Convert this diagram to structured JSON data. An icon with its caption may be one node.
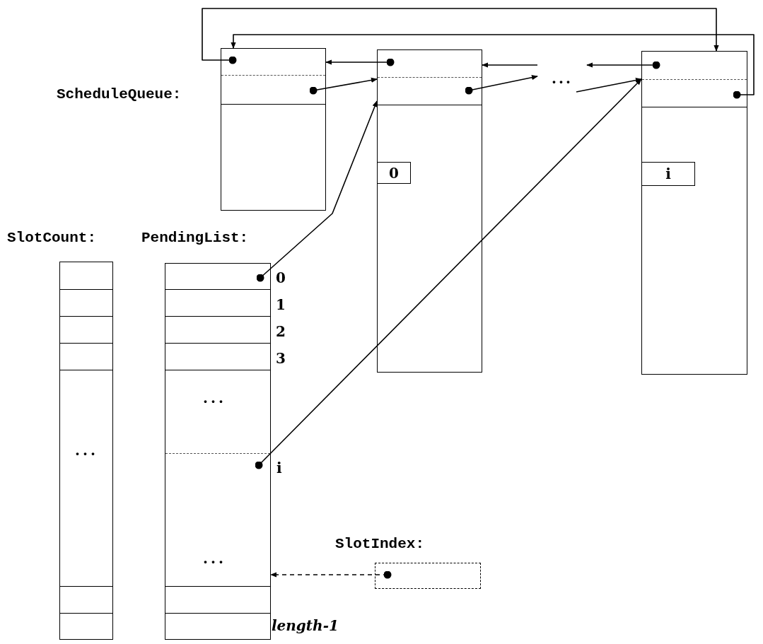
{
  "diagram": {
    "nodes": [
      {
        "text": [],
        "shape": "box",
        "beside": [
          "ScheduleQueue:"
        ]
      },
      {
        "text": [],
        "shape": "box"
      },
      {
        "text": [
          "0"
        ],
        "in": 1
      },
      {
        "text": [],
        "shape": "box"
      },
      {
        "text": [
          "i"
        ],
        "in": 3
      },
      {
        "text": [
          "..."
        ]
      },
      {
        "text": [],
        "shape": "box",
        "beside": [
          "SlotCount:"
        ]
      },
      {
        "text": [],
        "shape": "box",
        "beside": [
          "PendingList:",
          "0",
          "1",
          "2",
          "3",
          "i",
          "length-1"
        ]
      },
      {
        "text": [],
        "shape": "box",
        "beside": [
          "SlotIndex:"
        ]
      }
    ],
    "edges": [
      {
        "from": 0,
        "to": 3,
        "arrow": "to"
      },
      {
        "from": 3,
        "to": 0,
        "arrow": "to"
      },
      {
        "from": 1,
        "to": 0,
        "arrow": "to"
      },
      {
        "from": 0,
        "to": 1,
        "arrow": "to"
      },
      {
        "from": 1,
        "to": 5,
        "arrow": "to"
      },
      {
        "from": 5,
        "to": 1,
        "arrow": "to"
      },
      {
        "from": 3,
        "to": 5,
        "arrow": "to"
      },
      {
        "from": 5,
        "to": 3,
        "arrow": "to"
      },
      {
        "from": 7,
        "to": 1,
        "arrow": "to"
      },
      {
        "from": 7,
        "to": 3,
        "arrow": "to"
      },
      {
        "from": 8,
        "to": 7,
        "arrow": "to",
        "style": "dashed"
      }
    ],
    "labels": [
      "...",
      "...",
      "..."
    ]
  }
}
